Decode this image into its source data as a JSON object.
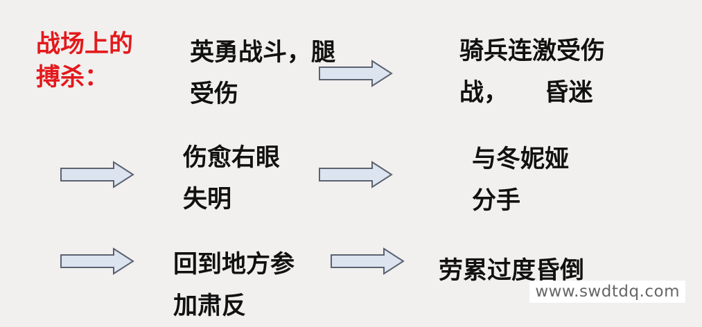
{
  "title": {
    "lines": [
      "战场上的",
      "搏杀："
    ],
    "color": "#e3191c"
  },
  "nodes": [
    {
      "lines": [
        "英勇战斗，腿",
        "受伤"
      ]
    },
    {
      "lines": [
        "骑兵连激受伤",
        "战，　　昏迷"
      ]
    },
    {
      "lines": [
        "伤愈右眼",
        "失明"
      ]
    },
    {
      "lines": [
        "与冬妮娅",
        "分手"
      ]
    },
    {
      "lines": [
        "回到地方参",
        "加肃反"
      ]
    },
    {
      "lines": [
        "劳累过度昏倒"
      ]
    }
  ],
  "arrow_style": {
    "fill": "#dce4f0",
    "stroke": "#5b6170",
    "icon": "right-block-arrow-icon"
  },
  "watermark": "www.swdtdq.com"
}
